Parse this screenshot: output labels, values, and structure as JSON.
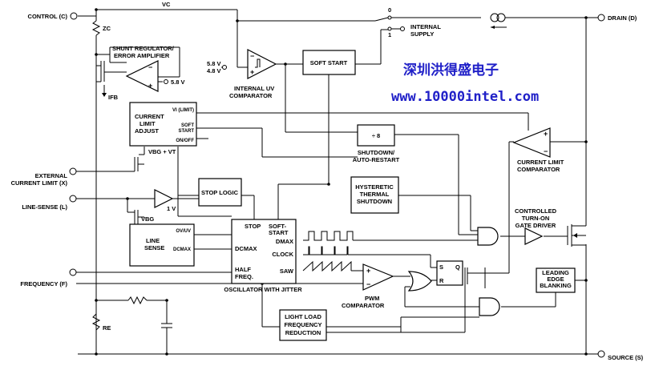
{
  "pins": {
    "control": "CONTROL (C)",
    "ext_current_limit_1": "EXTERNAL",
    "ext_current_limit_2": "CURRENT LIMIT (X)",
    "line_sense": "LINE-SENSE (L)",
    "frequency": "FREQUENCY (F)",
    "drain": "DRAIN (D)",
    "source": "SOURCE (S)"
  },
  "supply": {
    "vc": "VC",
    "zc": "ZC",
    "re": "RE",
    "ifb": "IFB",
    "internal_supply_1": "INTERNAL",
    "internal_supply_2": "SUPPLY",
    "switch_0": "0",
    "switch_1": "1"
  },
  "blocks": {
    "shunt_1": "SHUNT REGULATOR/",
    "shunt_2": "ERROR AMPLIFIER",
    "shunt_ref": "5.8 V",
    "uv_ref_1": "5.8 V",
    "uv_ref_2": "4.8 V",
    "uv_comp_1": "INTERNAL UV",
    "uv_comp_2": "COMPARATOR",
    "soft_start": "SOFT START",
    "cla_1": "CURRENT",
    "cla_2": "LIMIT",
    "cla_3": "ADJUST",
    "cla_vlimit": "VI (LIMIT)",
    "cla_ss_1": "SOFT",
    "cla_ss_2": "START",
    "cla_onoff": "ON/OFF",
    "vbg_vt": "VBG + VT",
    "div8": "÷ 8",
    "shutdown_1": "SHUTDOWN/",
    "shutdown_2": "AUTO-RESTART",
    "clc_1": "CURRENT LIMIT",
    "clc_2": "COMPARATOR",
    "hyst_1": "HYSTERETIC",
    "hyst_2": "THERMAL",
    "hyst_3": "SHUTDOWN",
    "stop_logic": "STOP LOGIC",
    "ref_1v": "1 V",
    "vbg": "VBG",
    "ls_ovuv": "OV/UV",
    "ls_1": "LINE",
    "ls_2": "SENSE",
    "ls_dcmax": "DCMAX",
    "osc_stop": "STOP",
    "osc_ss_1": "SOFT-",
    "osc_ss_2": "START",
    "osc_dcmax_in": "DCMAX",
    "osc_dmax": "DMAX",
    "osc_clock": "CLOCK",
    "osc_saw": "SAW",
    "osc_half_1": "HALF",
    "osc_half_2": "FREQ.",
    "osc_title": "OSCILLATOR WITH JITTER",
    "pwm_1": "PWM",
    "pwm_2": "COMPARATOR",
    "llfr_1": "LIGHT LOAD",
    "llfr_2": "FREQUENCY",
    "llfr_3": "REDUCTION",
    "ff_s": "S",
    "ff_q": "Q",
    "ff_r": "R",
    "ctgd_1": "CONTROLLED",
    "ctgd_2": "TURN-ON",
    "ctgd_3": "GATE DRIVER",
    "leb_1": "LEADING",
    "leb_2": "EDGE",
    "leb_3": "BLANKING"
  },
  "watermark": {
    "chinese": "深圳洪得盛电子",
    "url": "www.10000intel.com"
  }
}
